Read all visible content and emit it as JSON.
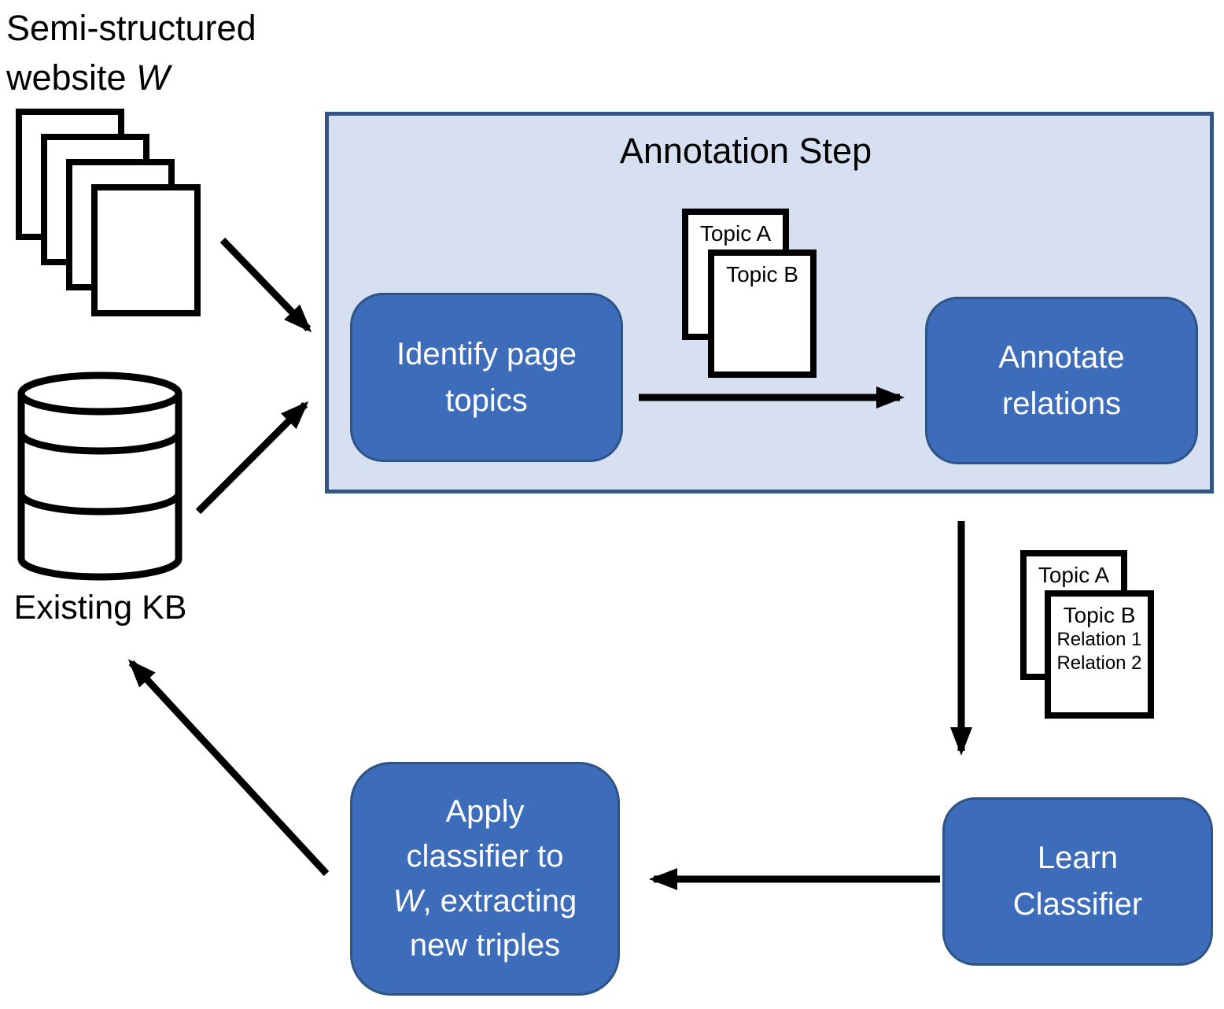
{
  "labels": {
    "source_line1": "Semi-structured",
    "source_line2_prefix": "website ",
    "source_symbol": "W",
    "existing_kb": "Existing KB",
    "annotation_step": "Annotation Step"
  },
  "boxes": {
    "identify": {
      "line1": "Identify page",
      "line2": "topics"
    },
    "annotate": {
      "line1": "Annotate",
      "line2": "relations"
    },
    "learn": {
      "line1": "Learn",
      "line2": "Classifier"
    },
    "apply": {
      "line1": "Apply",
      "line2": "classifier to",
      "line3_symbol": "W",
      "line3_rest": ", extracting",
      "line4": "new triples"
    }
  },
  "documents": {
    "topics_stack": {
      "doc1_label": "Topic A",
      "doc2_label": "Topic B"
    },
    "annotated_stack": {
      "doc1_label": "Topic A",
      "doc2_label": "Topic B",
      "doc2_relations": [
        "Relation 1",
        "Relation 2"
      ]
    }
  },
  "colors": {
    "process_box_fill": "#3D6CBB",
    "process_box_border": "#2E5385",
    "annotation_panel_fill": "#D7E0F1",
    "annotation_panel_border": "#345481",
    "connector": "#000000",
    "text_on_box": "#FFFFFF",
    "text": "#000000"
  }
}
